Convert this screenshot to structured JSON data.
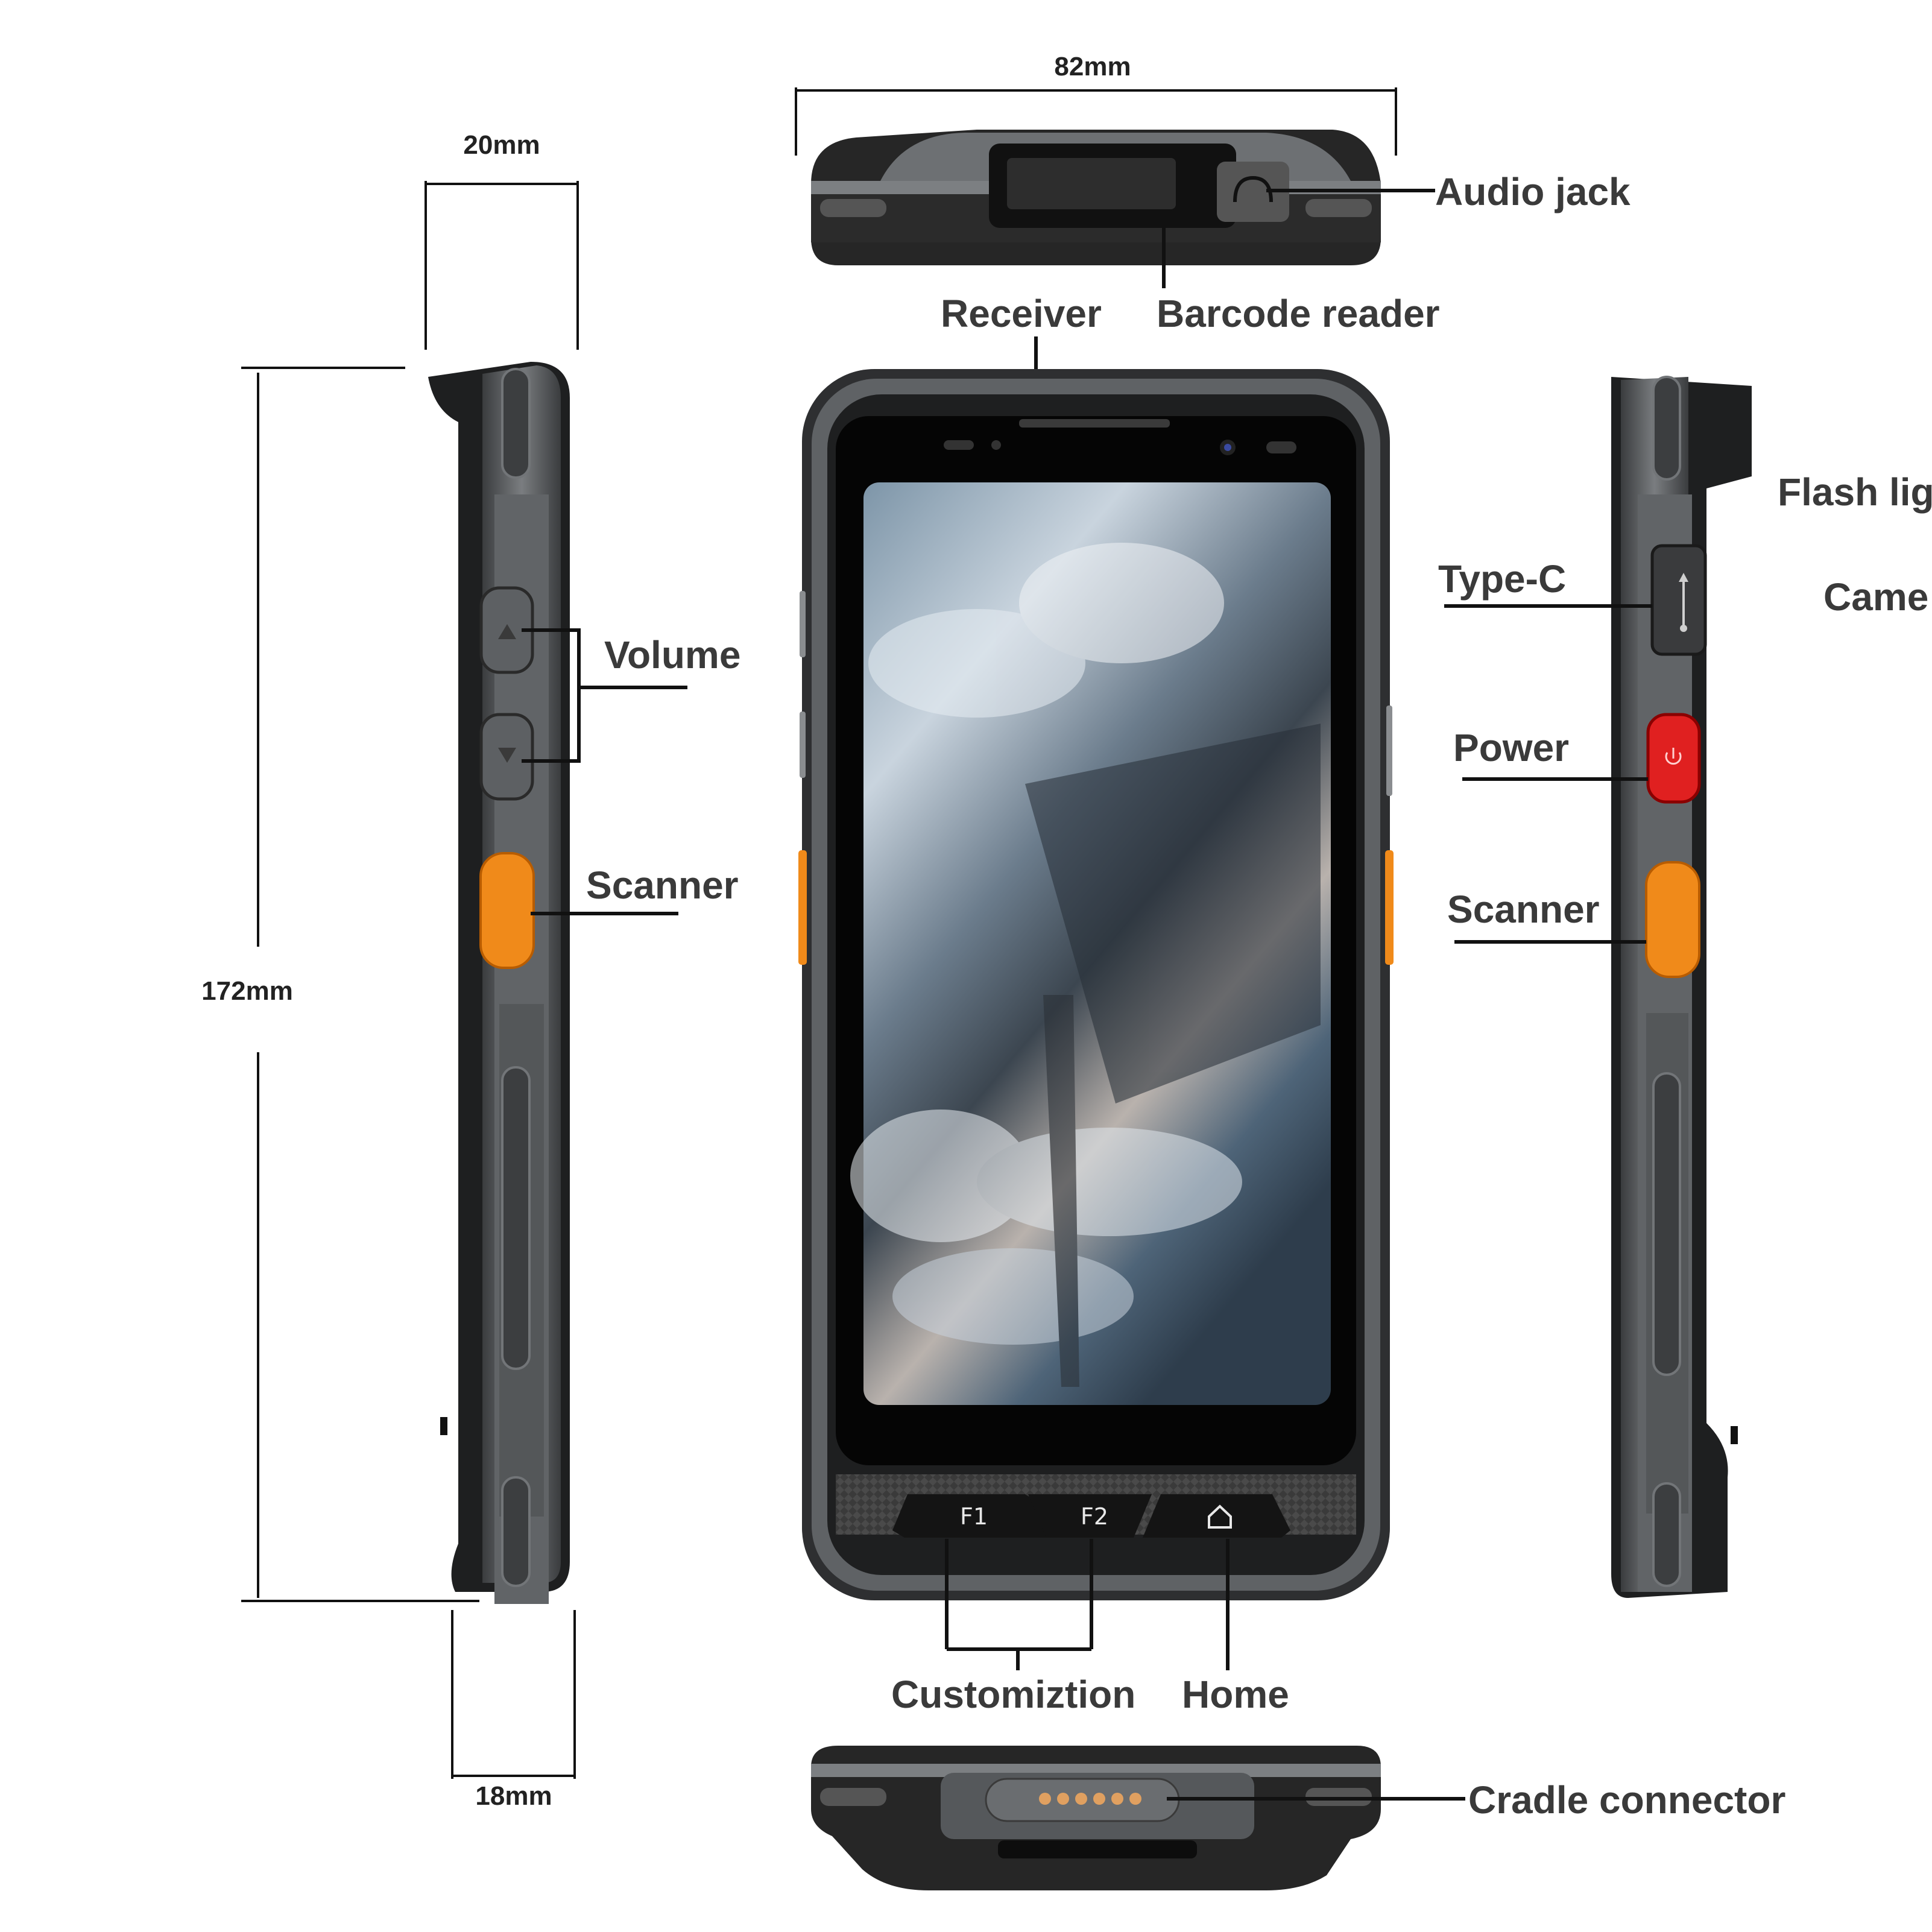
{
  "dimensions": {
    "width_top": "82mm",
    "depth_side": "20mm",
    "height": "172mm",
    "depth_bottom": "18mm"
  },
  "labels": {
    "audio_jack": "Audio jack",
    "receiver": "Receiver",
    "barcode_reader": "Barcode reader",
    "volume": "Volume",
    "scanner_left": "Scanner",
    "flash_light": "Flash lig",
    "type_c": "Type-C",
    "camera": "Came",
    "power": "Power",
    "scanner_right": "Scanner",
    "customization": "Customiztion",
    "home": "Home",
    "cradle_connector": "Cradle connector"
  },
  "keys": {
    "f1": "F1",
    "f2": "F2"
  },
  "colors": {
    "body": "#2b2b2b",
    "frame": "#6a6d70",
    "scanner_button": "#f08a1a",
    "power_button": "#e02020",
    "connector_pins": "#e0a060"
  }
}
